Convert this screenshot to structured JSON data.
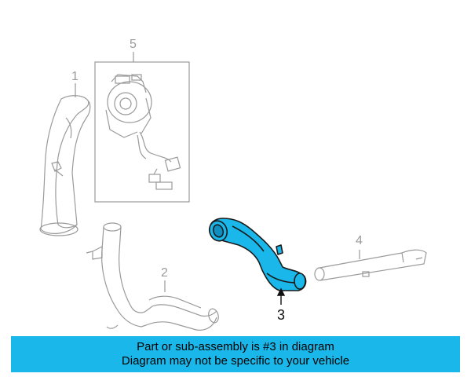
{
  "diagram": {
    "callouts": {
      "part1": "1",
      "part2": "2",
      "part3": "3",
      "part4": "4",
      "part5": "5"
    }
  },
  "banner": {
    "line1": "Part or sub-assembly is #3 in diagram",
    "line2": "Diagram may not be specific to your vehicle"
  },
  "colors": {
    "highlight": "#1ab7ea",
    "banner_background": "#1ab7ea",
    "line_art": "#9a9a9a",
    "highlight_outline": "#1a1a1a"
  },
  "icons": {
    "part1": "air-intake-duct-icon",
    "part2": "curved-tube-assembly-icon",
    "part3": "highlighted-duct-icon",
    "part4": "straight-pipe-icon",
    "part5": "clock-spring-harness-icon"
  }
}
